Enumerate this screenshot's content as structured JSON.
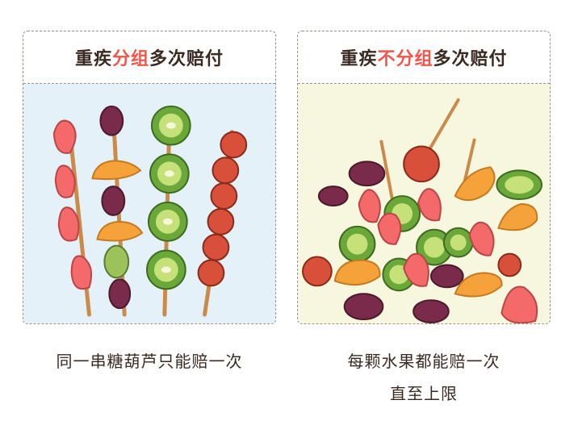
{
  "left_panel": {
    "title_prefix": "重疾",
    "title_highlight": "分组",
    "title_suffix": "多次赔付",
    "caption": "同一串糖葫芦只能赔一次"
  },
  "right_panel": {
    "title_prefix": "重疾",
    "title_highlight": "不分组",
    "title_suffix": "多次赔付",
    "caption_line1": "每颗水果都能赔一次",
    "caption_line2": "直至上限"
  },
  "colors": {
    "highlight": "#f0564a",
    "left_background": "#e4f1f8",
    "right_background": "#f7f6df"
  }
}
